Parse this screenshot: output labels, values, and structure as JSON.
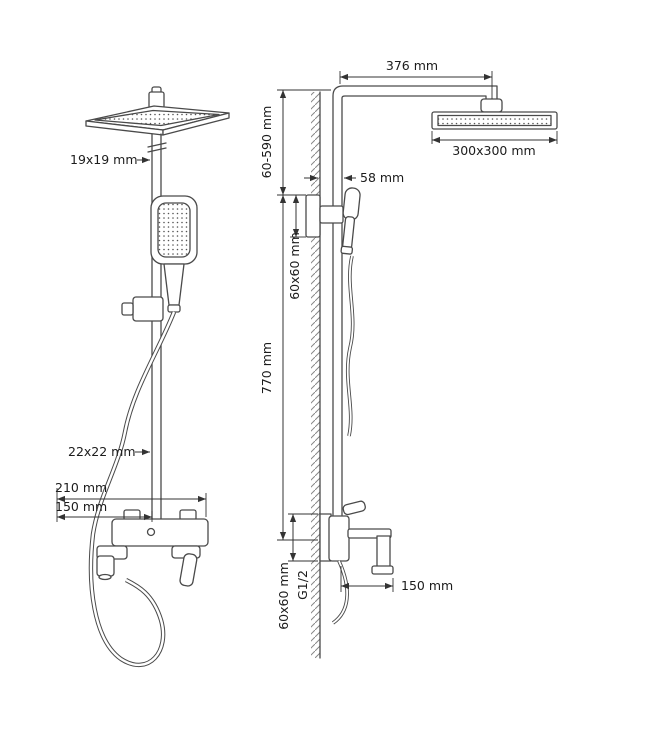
{
  "colors": {
    "background": "#ffffff",
    "geometry_line": "#4a4a4a",
    "dimension_line": "#333333",
    "text": "#1c1c1c"
  },
  "front_view": {
    "dim_19x19": "19x19 mm",
    "dim_22x22": "22x22 mm",
    "dim_210": "210 mm",
    "dim_150": "150 mm"
  },
  "side_view": {
    "dim_376": "376 mm",
    "dim_300x300": "300x300 mm",
    "dim_60_590": "60-590 mm",
    "dim_58": "58 mm",
    "dim_60x60_upper": "60x60 mm",
    "dim_770": "770 mm",
    "dim_60x60_lower": "60x60 mm",
    "dim_g12": "G1/2",
    "dim_150": "150 mm"
  }
}
